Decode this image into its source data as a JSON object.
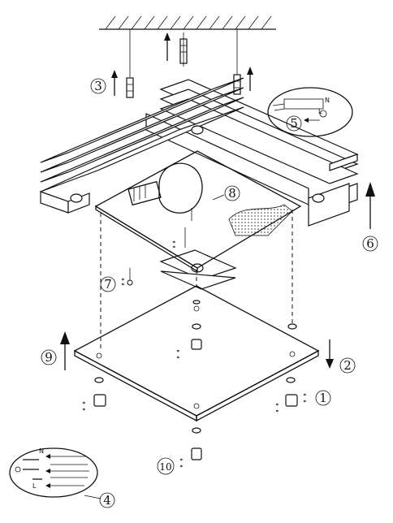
{
  "diagram": {
    "callouts": [
      {
        "id": "c1",
        "label": "1"
      },
      {
        "id": "c2",
        "label": "2"
      },
      {
        "id": "c3",
        "label": "3"
      },
      {
        "id": "c4",
        "label": "4"
      },
      {
        "id": "c5",
        "label": "5"
      },
      {
        "id": "c6",
        "label": "6"
      },
      {
        "id": "c7",
        "label": "7"
      },
      {
        "id": "c8",
        "label": "8"
      },
      {
        "id": "c9",
        "label": "9"
      },
      {
        "id": "c10",
        "label": "10"
      }
    ],
    "wiring_labels": {
      "n": "N",
      "l": "L"
    }
  }
}
